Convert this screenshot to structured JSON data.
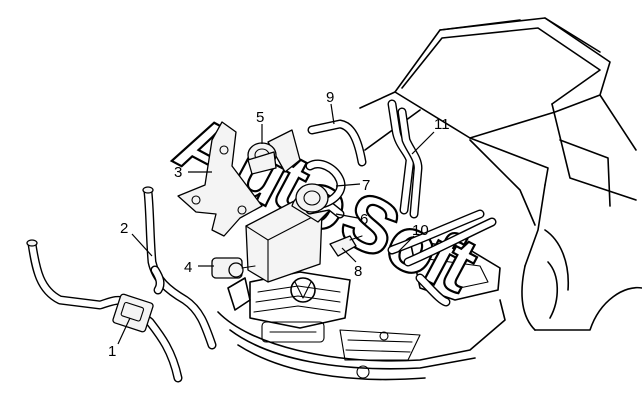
{
  "diagram": {
    "watermark": "AutoSoft",
    "callouts": [
      {
        "id": "callout-1",
        "label": "1"
      },
      {
        "id": "callout-2",
        "label": "2"
      },
      {
        "id": "callout-3",
        "label": "3"
      },
      {
        "id": "callout-4",
        "label": "4"
      },
      {
        "id": "callout-5",
        "label": "5"
      },
      {
        "id": "callout-6",
        "label": "6"
      },
      {
        "id": "callout-7",
        "label": "7"
      },
      {
        "id": "callout-8",
        "label": "8"
      },
      {
        "id": "callout-9",
        "label": "9"
      },
      {
        "id": "callout-10",
        "label": "10"
      },
      {
        "id": "callout-11",
        "label": "11"
      }
    ]
  }
}
